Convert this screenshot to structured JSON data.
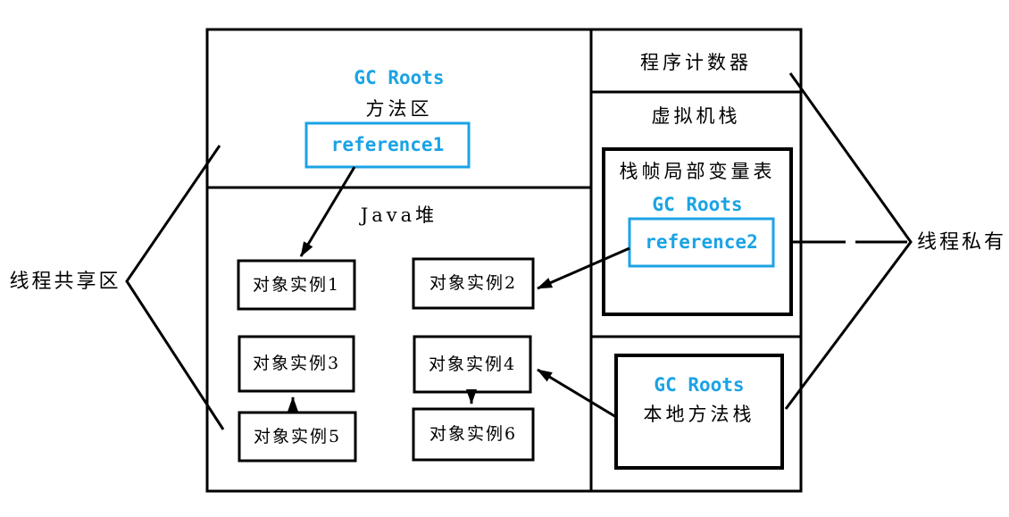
{
  "colors": {
    "accent": "#1BA3E4",
    "ink": "#000000",
    "background": "#FFFFFF"
  },
  "left_label": "线程共享区",
  "right_label": "线程私有",
  "shared_region": {
    "method_area": {
      "gc_roots_label": "GC Roots",
      "title": "方法区",
      "reference_label": "reference1"
    },
    "java_heap": {
      "title": "Java堆",
      "objects": [
        "对象实例1",
        "对象实例2",
        "对象实例3",
        "对象实例4",
        "对象实例5",
        "对象实例6"
      ]
    }
  },
  "private_region": {
    "program_counter": {
      "title": "程序计数器"
    },
    "vm_stack": {
      "title": "虚拟机栈",
      "frame_local_table": "栈帧局部变量表",
      "gc_roots_label": "GC Roots",
      "reference_label": "reference2"
    },
    "native_method_stack": {
      "gc_roots_label": "GC Roots",
      "title": "本地方法栈"
    }
  }
}
